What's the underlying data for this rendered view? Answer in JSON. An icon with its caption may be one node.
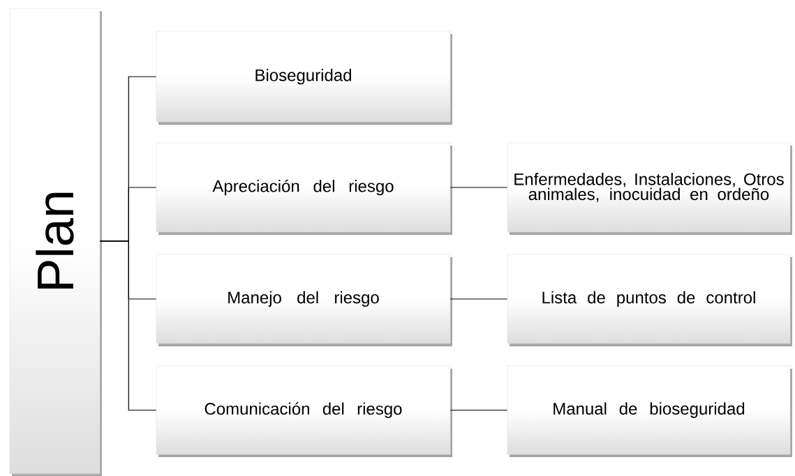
{
  "diagram": {
    "nodes": [
      {
        "text": [
          "Plan"
        ]
      },
      {
        "text": [
          "Bioseguridad"
        ]
      },
      {
        "text": [
          "Apreciación del riesgo"
        ]
      },
      {
        "text": [
          "Manejo del riesgo"
        ]
      },
      {
        "text": [
          "Comunicación del riesgo"
        ]
      },
      {
        "text": [
          "Enfermedades, Instalaciones, Otros animales, inocuidad en ordeño"
        ]
      },
      {
        "text": [
          "Lista de puntos de control"
        ]
      },
      {
        "text": [
          "Manual de bioseguridad"
        ]
      }
    ],
    "edges": [
      {
        "from": 0,
        "to": 1,
        "arrow": "none"
      },
      {
        "from": 0,
        "to": 2,
        "arrow": "none"
      },
      {
        "from": 0,
        "to": 3,
        "arrow": "none"
      },
      {
        "from": 0,
        "to": 4,
        "arrow": "none"
      },
      {
        "from": 2,
        "to": 5,
        "arrow": "none"
      },
      {
        "from": 3,
        "to": 6,
        "arrow": "none"
      },
      {
        "from": 4,
        "to": 7,
        "arrow": "none"
      }
    ]
  }
}
